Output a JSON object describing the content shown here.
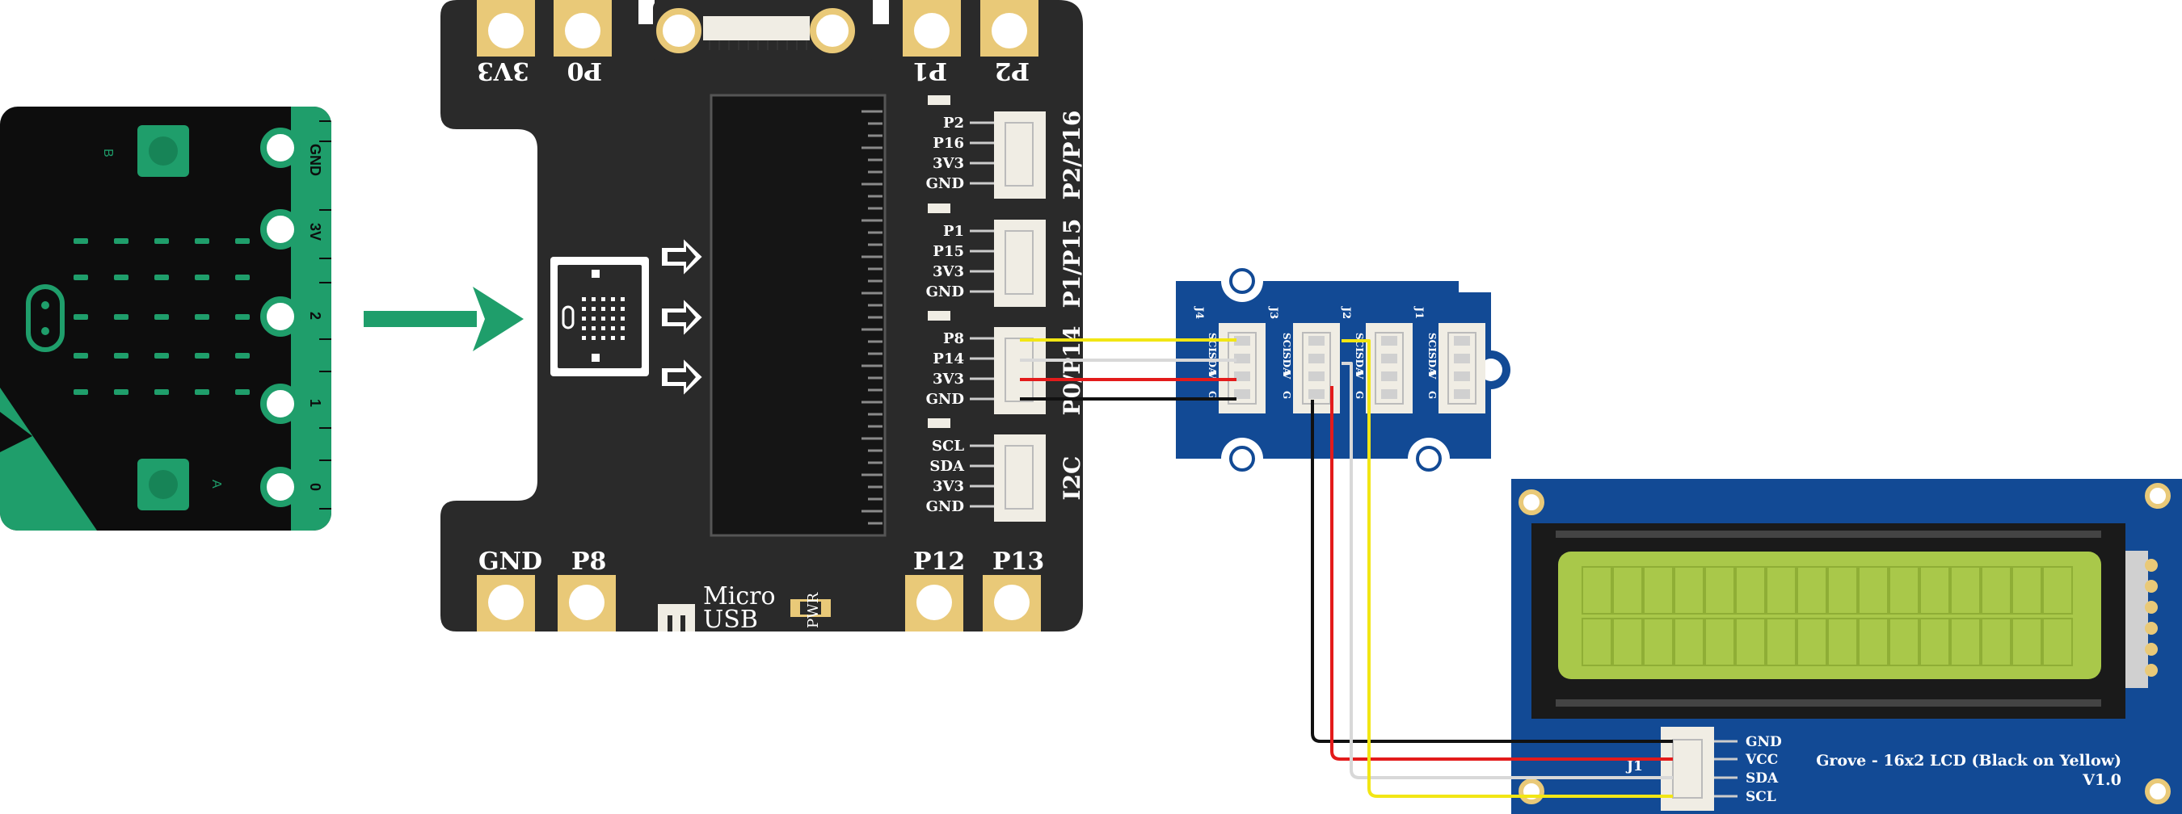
{
  "colors": {
    "microbit_green": "#1f9e6b",
    "board_black": "#2a2a2a",
    "gold_pad": "#e9c978",
    "grove_blue": "#124a95",
    "lcd_green": "#a9c84a",
    "wire_yellow": "#f2e614",
    "wire_white": "#d8d8d8",
    "wire_red": "#e31b1b",
    "wire_black": "#111111"
  },
  "microbit": {
    "edge_labels": [
      "GND",
      "3V",
      "2",
      "1",
      "0"
    ],
    "button_a": "A",
    "button_b": "B"
  },
  "breakout": {
    "top_pads": [
      "3V3",
      "P0",
      "P1",
      "P2"
    ],
    "bottom_pads": [
      "GND",
      "P8",
      "P12",
      "P13"
    ],
    "micro_usb": [
      "Micro",
      "USB"
    ],
    "pwr": "PWR",
    "connectors": [
      {
        "title": "P2/P16",
        "pins": [
          "P2",
          "P16",
          "3V3",
          "GND"
        ]
      },
      {
        "title": "P1/P15",
        "pins": [
          "P1",
          "P15",
          "3V3",
          "GND"
        ]
      },
      {
        "title": "P0/P14",
        "pins": [
          "P8",
          "P14",
          "3V3",
          "GND"
        ]
      },
      {
        "title": "I2C",
        "pins": [
          "SCL",
          "SDA",
          "3V3",
          "GND"
        ]
      }
    ]
  },
  "i2c_hub": {
    "ports": [
      "J4",
      "J3",
      "J2",
      "J1"
    ],
    "pin_labels": [
      "SCL",
      "SDA",
      "V",
      "G"
    ]
  },
  "lcd": {
    "connector_label": "J1",
    "pins": [
      "GND",
      "VCC",
      "SDA",
      "SCL"
    ],
    "title_line1": "Grove - 16x2 LCD (Black on Yellow)",
    "title_line2": "V1.0"
  }
}
